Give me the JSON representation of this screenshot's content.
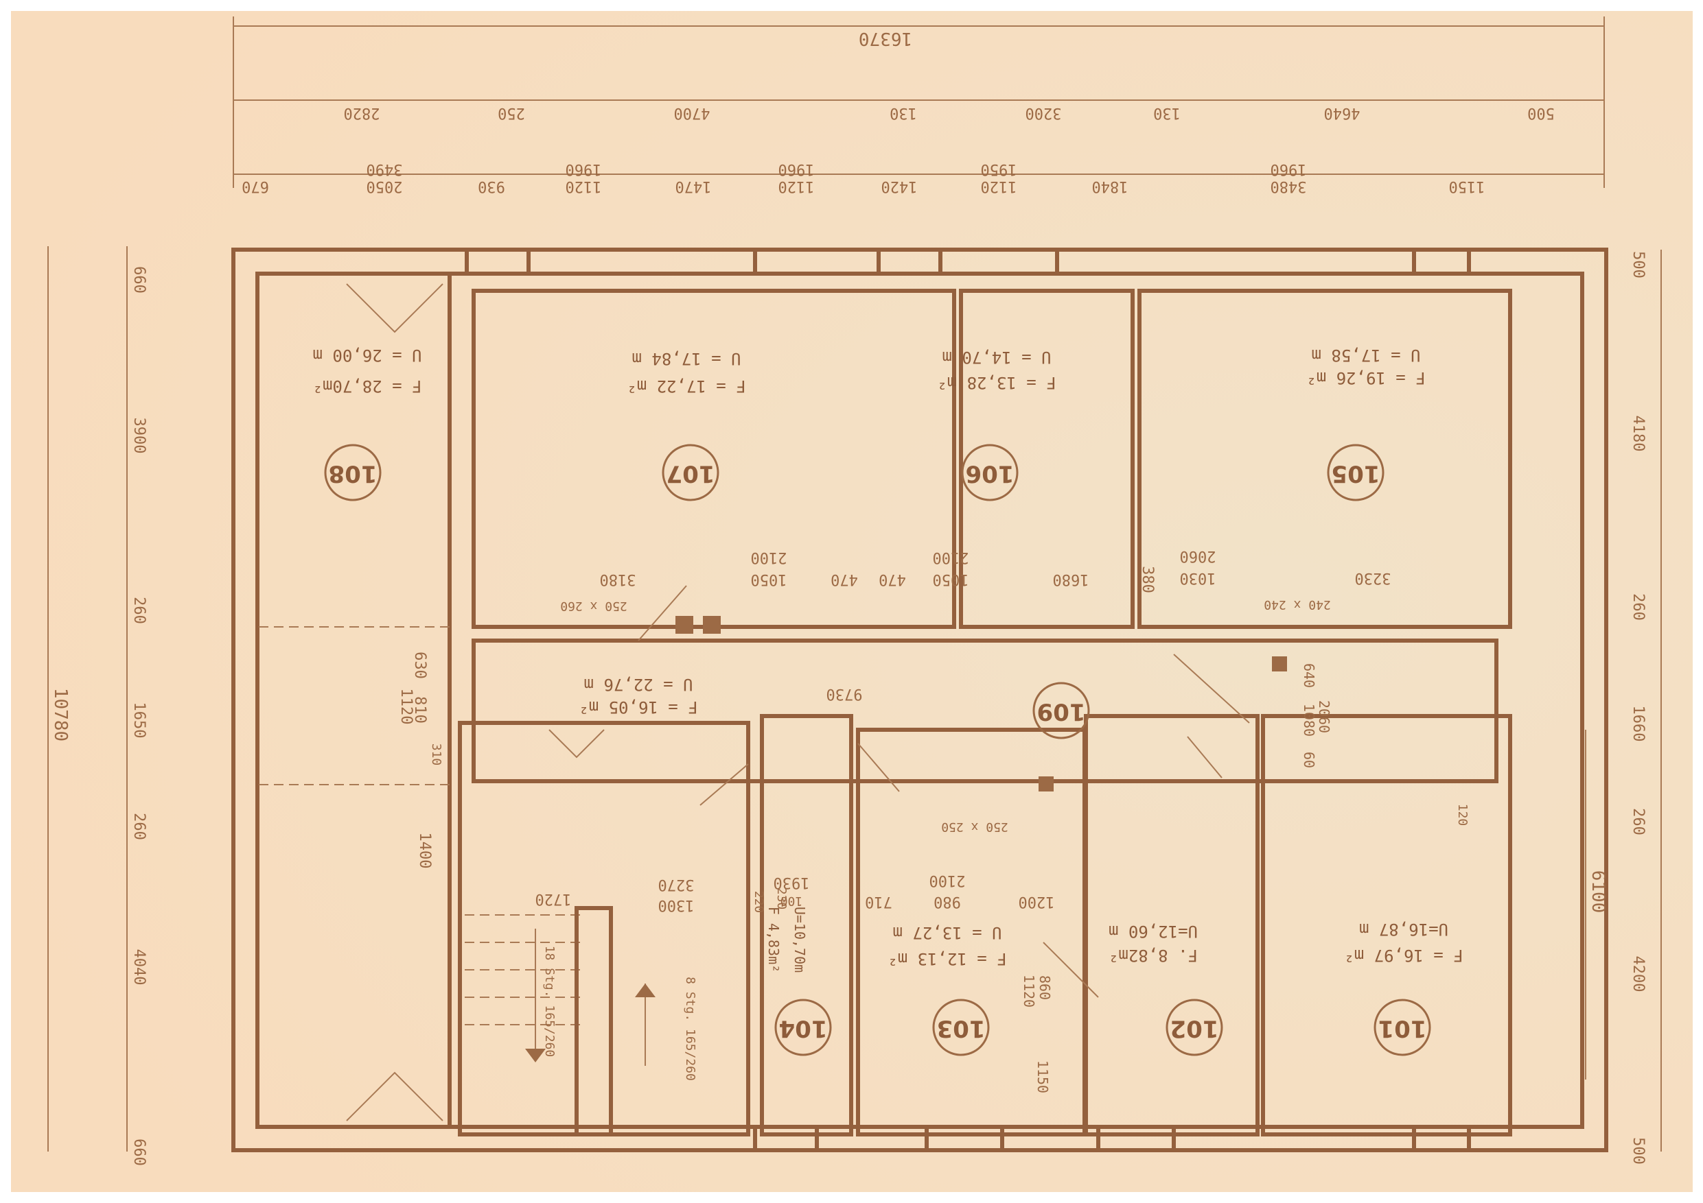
{
  "colors": {
    "paper": "#f3e5cf",
    "paper_edge": "#f7d9b8",
    "ink": "#9c6a45"
  },
  "dims_top": {
    "overall": "16370",
    "row1": [
      "2820",
      "250",
      "4700",
      "130",
      "3200",
      "130",
      "4640",
      "500"
    ],
    "row2": [
      "670",
      "2050",
      "930",
      "1120",
      "1470",
      "1120",
      "1420",
      "1120",
      "1840",
      "3480",
      "1150"
    ],
    "row2_sub": [
      "3490",
      "1960",
      "1960",
      "1950",
      "1960"
    ]
  },
  "dims_left": [
    "660",
    "3900",
    "260",
    "1650",
    "260",
    "1400",
    "4040",
    "660"
  ],
  "dims_left_total": "10780",
  "dims_right": [
    "500",
    "4180",
    "260",
    "1660",
    "260",
    "4200",
    "500"
  ],
  "dims_right_total": "6100",
  "rooms": [
    {
      "id": "108",
      "area": "F = 28,70m²",
      "perim": "U = 26,00 m"
    },
    {
      "id": "107",
      "area": "F = 17,22 m²",
      "perim": "U = 17,84 m"
    },
    {
      "id": "106",
      "area": "F = 13,28 m²",
      "perim": "U = 14,70 m"
    },
    {
      "id": "105",
      "area": "F = 19,26 m²",
      "perim": "U = 17,58 m"
    },
    {
      "id": "109",
      "area": "F = 16,05 m²",
      "perim": "U = 22,76 m"
    },
    {
      "id": "104",
      "area": "F 4,83m²",
      "perim": "U=10,70m"
    },
    {
      "id": "103",
      "area": "F = 12,13 m²",
      "perim": "U = 13,27 m"
    },
    {
      "id": "102",
      "area": "F.  8,82m²",
      "perim": "U=12,60 m"
    },
    {
      "id": "101",
      "area": "F = 16,97 m²",
      "perim": "U=16,87 m"
    }
  ],
  "inner_dims": {
    "room107": [
      "3180",
      "1050",
      "2100",
      "470"
    ],
    "room106": [
      "470",
      "1050",
      "2100",
      "1680"
    ],
    "room105": [
      "380",
      "1030",
      "2060",
      "3230"
    ],
    "chimney_a": "250 x 260",
    "chimney_b": "240 x 240",
    "chimney_c": "250 x 250",
    "corridor": "9730",
    "corridor_left": [
      "630",
      "810",
      "1120",
      "310"
    ],
    "corridor_right": [
      "640",
      "1080",
      "2060",
      "60"
    ],
    "right_small": "120",
    "lower": [
      "1720",
      "1300",
      "3270",
      "1930",
      "100",
      "230",
      "220",
      "980",
      "2100",
      "710",
      "1200"
    ],
    "room103_door": [
      "860",
      "1120",
      "1150"
    ],
    "stairs_a": "18 Stg. 165/260",
    "stairs_b": "8 Stg. 165/260"
  }
}
